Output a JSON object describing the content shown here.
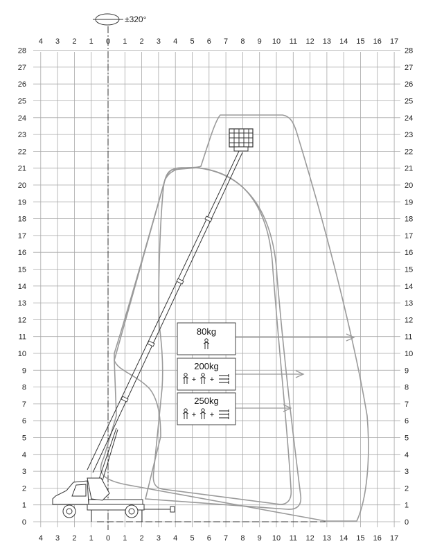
{
  "rotation": {
    "label": "±320°"
  },
  "axes": {
    "x_ticks": [
      4,
      3,
      2,
      1,
      0,
      1,
      2,
      3,
      4,
      5,
      6,
      7,
      8,
      9,
      10,
      11,
      12,
      13,
      14,
      15,
      16,
      17
    ],
    "x_range": [
      -4,
      17
    ],
    "y_range": [
      0,
      28
    ]
  },
  "envelopes": [
    {
      "load": "250kg",
      "reach_max": 11.6
    },
    {
      "load": "200kg",
      "reach_max": 12.2
    },
    {
      "load": "80kg",
      "reach_max": 15.0
    }
  ],
  "loads": [
    {
      "label": "80kg",
      "icons": [
        "person-icon"
      ]
    },
    {
      "label": "200kg",
      "icons": [
        "person-icon",
        "person-icon",
        "tools-icon"
      ]
    },
    {
      "label": "250kg",
      "icons": [
        "person-icon",
        "person-icon",
        "tools-icon"
      ]
    }
  ],
  "load_separator": "+",
  "colors": {
    "grid": "#a8a8a8",
    "envelope": "#9a9a9a",
    "machine": "#333333"
  }
}
